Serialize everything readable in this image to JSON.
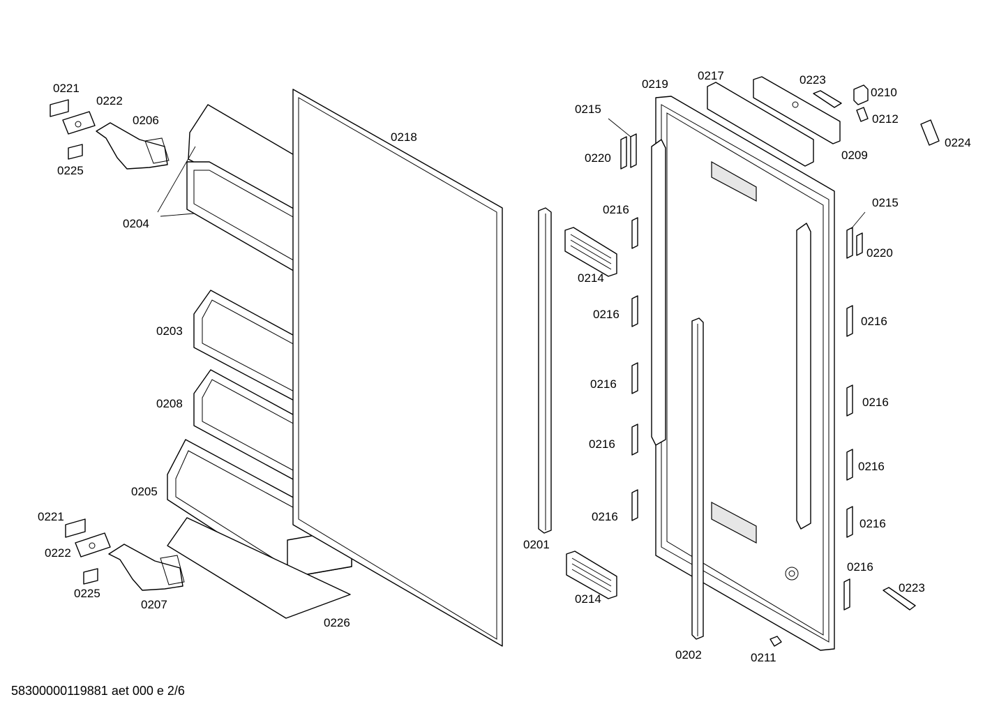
{
  "document_id": "58300000119881 aet 000 e 2/6",
  "labels": {
    "l0221a": "0221",
    "l0222a": "0222",
    "l0206": "0206",
    "l0225a": "0225",
    "l0204": "0204",
    "l0218": "0218",
    "l0203": "0203",
    "l0208": "0208",
    "l0205": "0205",
    "l0221b": "0221",
    "l0222b": "0222",
    "l0225b": "0225",
    "l0207": "0207",
    "l0226": "0226",
    "l0201": "0201",
    "l0214a": "0214",
    "l0214b": "0214",
    "l0215a": "0215",
    "l0220a": "0220",
    "l0215b": "0215",
    "l0220b": "0220",
    "l0216a": "0216",
    "l0216b": "0216",
    "l0216c": "0216",
    "l0216d": "0216",
    "l0216e": "0216",
    "l0216f": "0216",
    "l0216g": "0216",
    "l0216h": "0216",
    "l0216i": "0216",
    "l0216j": "0216",
    "l0219": "0219",
    "l0217": "0217",
    "l0223a": "0223",
    "l0210": "0210",
    "l0212": "0212",
    "l0209": "0209",
    "l0224": "0224",
    "l0202": "0202",
    "l0211": "0211",
    "l0223b": "0223"
  }
}
